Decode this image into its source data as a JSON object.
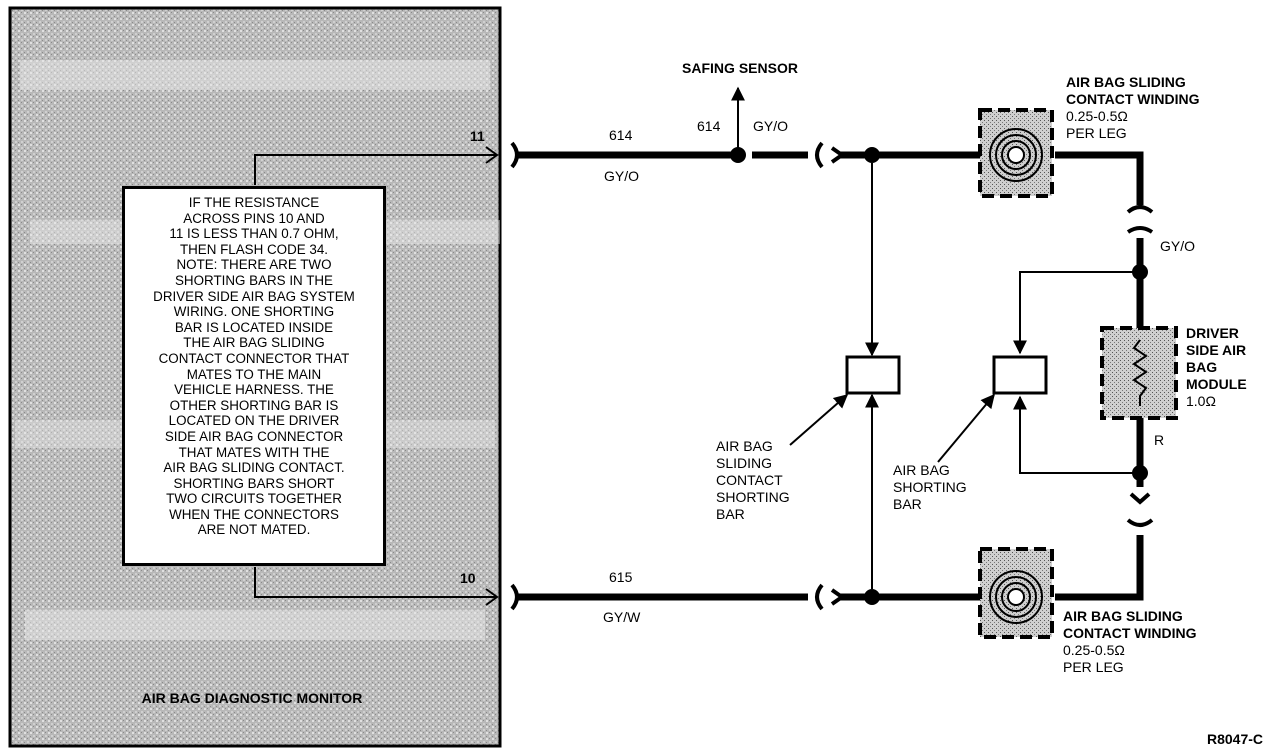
{
  "monitor": {
    "title": "AIR BAG DIAGNOSTIC MONITOR",
    "pin_top": "11",
    "pin_bottom": "10",
    "note_lines": [
      "IF THE RESISTANCE",
      "ACROSS PINS 10 AND",
      "11 IS LESS THAN 0.7 OHM,",
      "THEN FLASH CODE 34.",
      "NOTE: THERE ARE TWO",
      "SHORTING BARS IN THE",
      "DRIVER SIDE AIR BAG SYSTEM",
      "WIRING. ONE SHORTING",
      "BAR IS LOCATED INSIDE",
      "THE AIR BAG SLIDING",
      "CONTACT CONNECTOR THAT",
      "MATES TO THE MAIN",
      "VEHICLE HARNESS. THE",
      "OTHER SHORTING BAR IS",
      "LOCATED ON THE DRIVER",
      "SIDE AIR BAG CONNECTOR",
      "THAT MATES WITH THE",
      "AIR BAG SLIDING CONTACT.",
      "SHORTING BARS SHORT",
      "TWO CIRCUITS TOGETHER",
      "WHEN THE CONNECTORS",
      "ARE NOT MATED."
    ]
  },
  "wires": {
    "top_circuit": "614",
    "top_circuit_branch": "614",
    "top_color": "GY/O",
    "top_branch_color": "GY/O",
    "bottom_circuit": "615",
    "bottom_color": "GY/W",
    "right_top_color": "GY/O",
    "right_bottom_color": "R"
  },
  "components": {
    "safing_sensor": "SAFING SENSOR",
    "winding_top": {
      "line1": "AIR BAG SLIDING",
      "line2": "CONTACT WINDING",
      "line3": "0.25-0.5Ω",
      "line4": "PER LEG"
    },
    "winding_bottom": {
      "line1": "AIR BAG SLIDING",
      "line2": "CONTACT WINDING",
      "line3": "0.25-0.5Ω",
      "line4": "PER LEG"
    },
    "module": {
      "line1": "DRIVER",
      "line2": "SIDE AIR",
      "line3": "BAG",
      "line4": "MODULE",
      "line5": "1.0Ω"
    },
    "contact_shorting_bar": {
      "line1": "AIR BAG",
      "line2": "SLIDING",
      "line3": "CONTACT",
      "line4": "SHORTING",
      "line5": "BAR"
    },
    "shorting_bar": {
      "line1": "AIR BAG",
      "line2": "SHORTING",
      "line3": "BAR"
    }
  },
  "figure_id": "R8047-C"
}
